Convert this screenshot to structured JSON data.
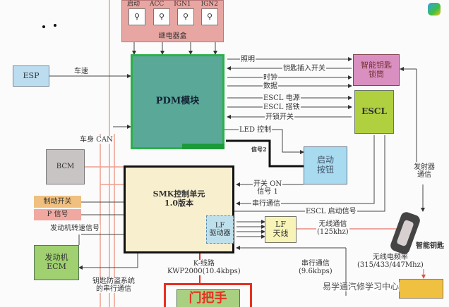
{
  "relay_box": {
    "title": "继电器盒",
    "relays": [
      "启动",
      "ACC",
      "IGN1",
      "IGN2"
    ]
  },
  "pdm": {
    "label": "PDM模块"
  },
  "esp": {
    "label": "ESP",
    "signal": "车速"
  },
  "smart_key_cylinder": {
    "line1": "智能钥匙",
    "line2": "锁筒"
  },
  "escl": {
    "label": "ESCL"
  },
  "pdm_signals": [
    "照明",
    "钥匙插入开关",
    "时钟",
    "数据",
    "ESCL 电源",
    "ESCL 搭铁",
    "开锁开关",
    "LED 控制"
  ],
  "body_can": "车身 CAN",
  "bcm": {
    "label": "BCM"
  },
  "signal2": "信号2",
  "start_button": {
    "line1": "启动",
    "line2": "按钮"
  },
  "smk": {
    "line1": "SMK控制单元",
    "line2": "1.0版本"
  },
  "lf_driver": {
    "line1": "LF",
    "line2": "驱动器"
  },
  "switch_on": {
    "line1": "开关 ON",
    "line2": "信号 1"
  },
  "serial_comm_1": "串行通信",
  "escl_start": "ESCL 启动信号",
  "brake_switch": "制动开关",
  "p_signal": "P 信号",
  "engine_speed": "发动机转速信号",
  "lf_antenna": {
    "line1": "LF",
    "line2": "天线"
  },
  "wireless": {
    "line1": "无线通信",
    "line2": "(125khz)"
  },
  "ecm": {
    "line1": "发动机",
    "line2": "ECM"
  },
  "immobilizer": {
    "line1": "钥匙防盗系统",
    "line2": "的串行通信"
  },
  "kline": {
    "line1": "K-线路",
    "line2": "KWP2000(10.4kbps)"
  },
  "serial_comm_2": {
    "line1": "串行通信",
    "line2": "(9.6kbps)"
  },
  "rf": {
    "line1": "无线电频率",
    "line2": "(315/433/447Mhz)"
  },
  "smart_key": "智能钥匙",
  "transmitter": {
    "line1": "发射器",
    "line2": "通信"
  },
  "door_handle": "门把手",
  "watermark": "易学通汽修学习中心",
  "colors": {
    "pdm": "#5aa898",
    "pdm_border": "#2bb04a",
    "relay": "#e8a6a2",
    "highlight": "#e83020"
  }
}
